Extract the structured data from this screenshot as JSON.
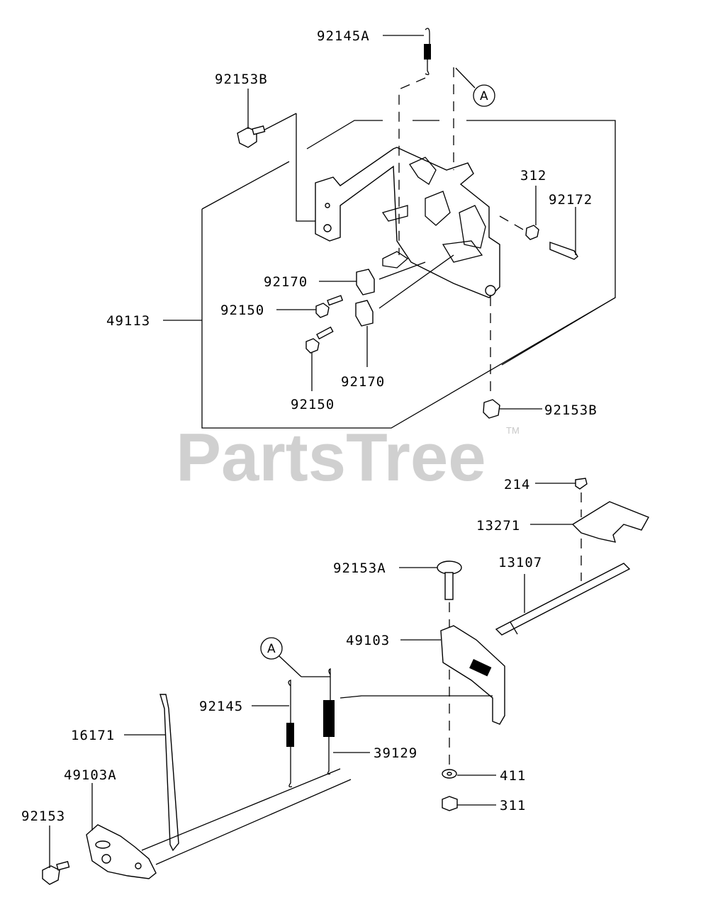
{
  "diagram": {
    "watermark": "PartsTree",
    "watermark_mark": "TM",
    "callout_marker": "A",
    "parts": [
      {
        "id": "92145A"
      },
      {
        "id": "92153B"
      },
      {
        "id": "312"
      },
      {
        "id": "92172"
      },
      {
        "id": "92170"
      },
      {
        "id": "92150"
      },
      {
        "id": "49113"
      },
      {
        "id": "214"
      },
      {
        "id": "13271"
      },
      {
        "id": "92153A"
      },
      {
        "id": "13107"
      },
      {
        "id": "49103"
      },
      {
        "id": "92145"
      },
      {
        "id": "39129"
      },
      {
        "id": "16171"
      },
      {
        "id": "49103A"
      },
      {
        "id": "92153"
      },
      {
        "id": "411"
      },
      {
        "id": "311"
      }
    ]
  }
}
